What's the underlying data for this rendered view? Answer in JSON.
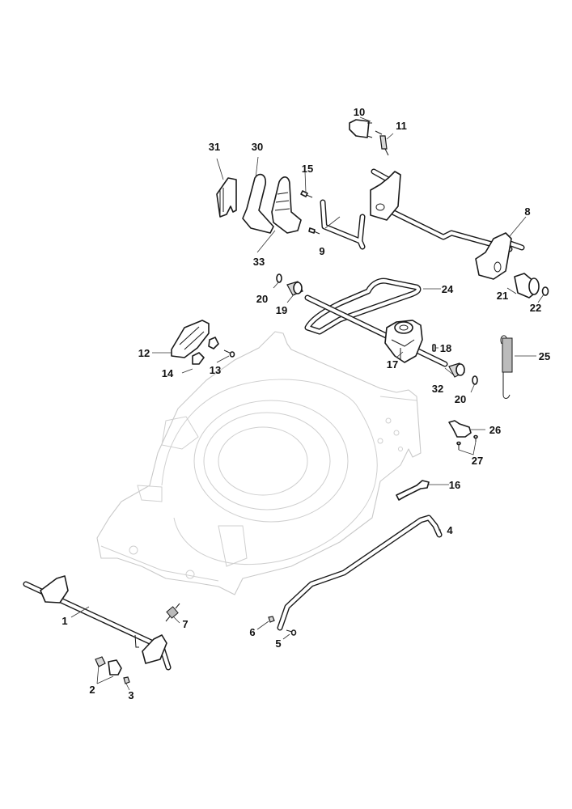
{
  "diagram": {
    "title": "Lawn mower deck and drive assembly exploded view",
    "callouts": [
      {
        "id": "1",
        "label": "1"
      },
      {
        "id": "2",
        "label": "2"
      },
      {
        "id": "3",
        "label": "3"
      },
      {
        "id": "4",
        "label": "4"
      },
      {
        "id": "5",
        "label": "5"
      },
      {
        "id": "6",
        "label": "6"
      },
      {
        "id": "7",
        "label": "7"
      },
      {
        "id": "8",
        "label": "8"
      },
      {
        "id": "9",
        "label": "9"
      },
      {
        "id": "10",
        "label": "10"
      },
      {
        "id": "11",
        "label": "11"
      },
      {
        "id": "12",
        "label": "12"
      },
      {
        "id": "13",
        "label": "13"
      },
      {
        "id": "14",
        "label": "14"
      },
      {
        "id": "15",
        "label": "15"
      },
      {
        "id": "16",
        "label": "16"
      },
      {
        "id": "17",
        "label": "17"
      },
      {
        "id": "18",
        "label": "18"
      },
      {
        "id": "19",
        "label": "19"
      },
      {
        "id": "20a",
        "label": "20"
      },
      {
        "id": "20b",
        "label": "20"
      },
      {
        "id": "21",
        "label": "21"
      },
      {
        "id": "22",
        "label": "22"
      },
      {
        "id": "24",
        "label": "24"
      },
      {
        "id": "25",
        "label": "25"
      },
      {
        "id": "26",
        "label": "26"
      },
      {
        "id": "27",
        "label": "27"
      },
      {
        "id": "30",
        "label": "30"
      },
      {
        "id": "31",
        "label": "31"
      },
      {
        "id": "32",
        "label": "32"
      },
      {
        "id": "33",
        "label": "33"
      }
    ]
  }
}
